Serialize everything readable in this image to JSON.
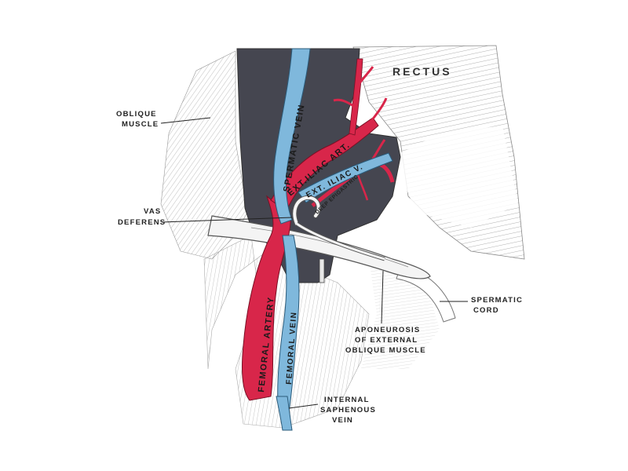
{
  "labels": {
    "rectus": "RECTUS",
    "oblique_line1": "OBLIQUE",
    "oblique_line2": "MUSCLE",
    "vas_line1": "VAS",
    "vas_line2": "DEFERENS",
    "spermatic_cord_line1": "SPERMATIC",
    "spermatic_cord_line2": "CORD",
    "aponeurosis_line1": "APONEUROSIS",
    "aponeurosis_line2": "OF EXTERNAL",
    "aponeurosis_line3": "OBLIQUE MUSCLE",
    "saphenous_line1": "INTERNAL",
    "saphenous_line2": "SAPHENOUS",
    "saphenous_line3": "VEIN"
  },
  "vessel_labels": {
    "spermatic_vein": "SPERMATIC VEIN",
    "ext_iliac_art": "EXT.ILIAC ART.",
    "ext_iliac_v": "EXT. ILIAC V.",
    "deep_epigastric": "DEEP EPIGASTRIC",
    "femoral_artery": "FEMORAL ARTERY",
    "femoral_vein": "FEMORAL VEIN"
  },
  "colors": {
    "artery": "#d8264a",
    "vein": "#7fb8dc",
    "dark_cavity": "#454650",
    "muscle_fiber": "#a9a9a9"
  }
}
